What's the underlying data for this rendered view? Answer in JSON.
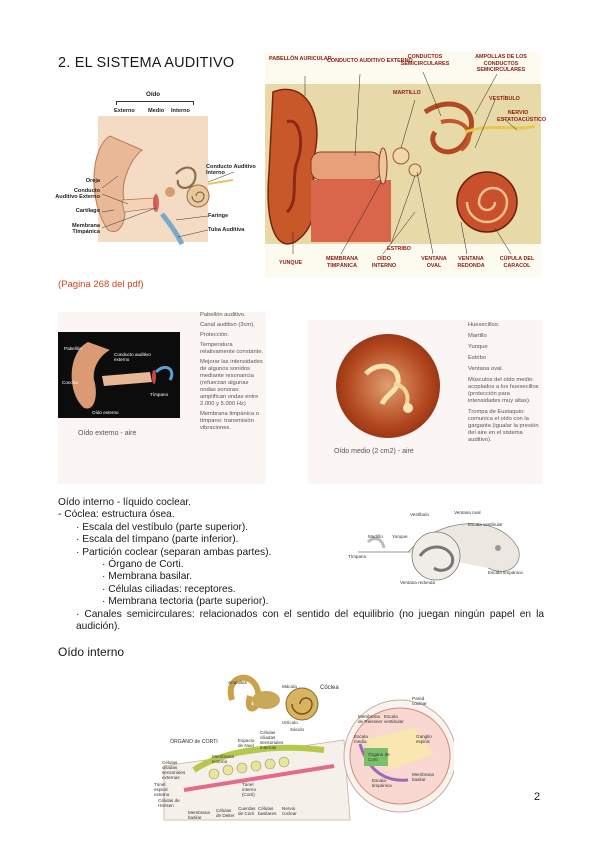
{
  "section_title": "2. EL SISTEMA AUDITIVO",
  "page_ref": "(Pagina 268 del pdf)",
  "fig1": {
    "title": "Oído",
    "col_labels": [
      "Externo",
      "Medio",
      "Interno"
    ],
    "left_labels": [
      "Oreja",
      "Conducto Auditivo Externo",
      "Cartílago",
      "Membrana Timpánica"
    ],
    "right_labels": [
      "Conducto Auditivo Interno",
      "Faringe",
      "Tuba Auditiva"
    ]
  },
  "fig2": {
    "labels_top": [
      "Pabellón auricular",
      "Conducto auditivo externo",
      "Conductos semicirculares",
      "Ampollas de los conductos semicirculares",
      "Martillo",
      "Vestíbulo",
      "Nervio estatoacústico"
    ],
    "labels_bottom": [
      "Yunque",
      "Membrana timpánica",
      "Oído interno",
      "Estribo",
      "Ventana oval",
      "Ventana redonda",
      "Cúpula del caracol"
    ]
  },
  "slide1": {
    "caption": "Oído externo - aire",
    "img_labels": [
      "Pabellón",
      "Conducto auditivo externo",
      "Tímpano",
      "Concha",
      "Oído externo"
    ],
    "notes": [
      "Pabellón auditivo.",
      "Canal auditivo (3cm).",
      "Protección.",
      "Temperatura relativamente constante.",
      "Mejorar las intensidades de algunos sonidos mediante resonancia (refuerzan algunas ondas sonoras: amplifican ondas entre 2.000 y 5.000 Hz)",
      "Membrana timpánica o tímpano: transmisión vibraciones."
    ]
  },
  "slide2": {
    "caption": "Oído medio (2 cm2) - aire",
    "notes": [
      "Huesecillos:",
      "Martillo",
      "Yunque",
      "Estribo",
      "Ventana oval.",
      "Músculos del oído medio: acoplados a los huesecillos (protección para intensidades muy altas).",
      "Trompa de Eustaquio: comunica el oído con la garganta (igualar la presión del aire en el sistema auditivo)."
    ]
  },
  "notes": {
    "l1": "Oído interno - líquido coclear.",
    "l2": "-   Cóclea: estructura ósea.",
    "l3": "·  Escala del vestíbulo (parte superior).",
    "l4": "·  Escala del tímpano (parte inferior).",
    "l5": "·  Partición coclear (separan ambas partes).",
    "l6": "·  Órgano de Corti.",
    "l7": "·  Membrana basilar.",
    "l8": "·  Células ciliadas: receptores.",
    "l9": "·  Membrana tectoria (parte superior).",
    "l10": "·  Canales semicirculares: relacionados con el sentido del equilibrio (no juegan ningún papel en la audición)."
  },
  "fig3": {
    "labels": [
      "Vestíbulo",
      "Yunque",
      "Martillo",
      "Ventana redonda",
      "Tímpano",
      "Ventana oval",
      "Escala vestibular",
      "Escala timpánica"
    ]
  },
  "subheading": "Oído interno",
  "fig4": {
    "labels": [
      "Ampollas",
      "Mácula",
      "Cóclea",
      "Utrículo",
      "Sáculo",
      "ÓRGANO de CORTI",
      "Espacio de Nuel",
      "Células ciliadas sensoriales internas",
      "Membrana tectoria",
      "Células ciliadas sensoriales externas",
      "Túnel espiral externo",
      "Túnel interno (Corti)",
      "Células de Hensen",
      "Membrana basilar",
      "Células de Deiter",
      "Cuerdas de Corti",
      "Células basilares",
      "Nervio coclear",
      "Pared coclear",
      "Escala vestibular",
      "Membrana de Reissner",
      "Escala media",
      "Órgano de Corti",
      "Escala timpánica",
      "Membrana basilar",
      "Ganglio espiral"
    ]
  },
  "page_number": "2"
}
